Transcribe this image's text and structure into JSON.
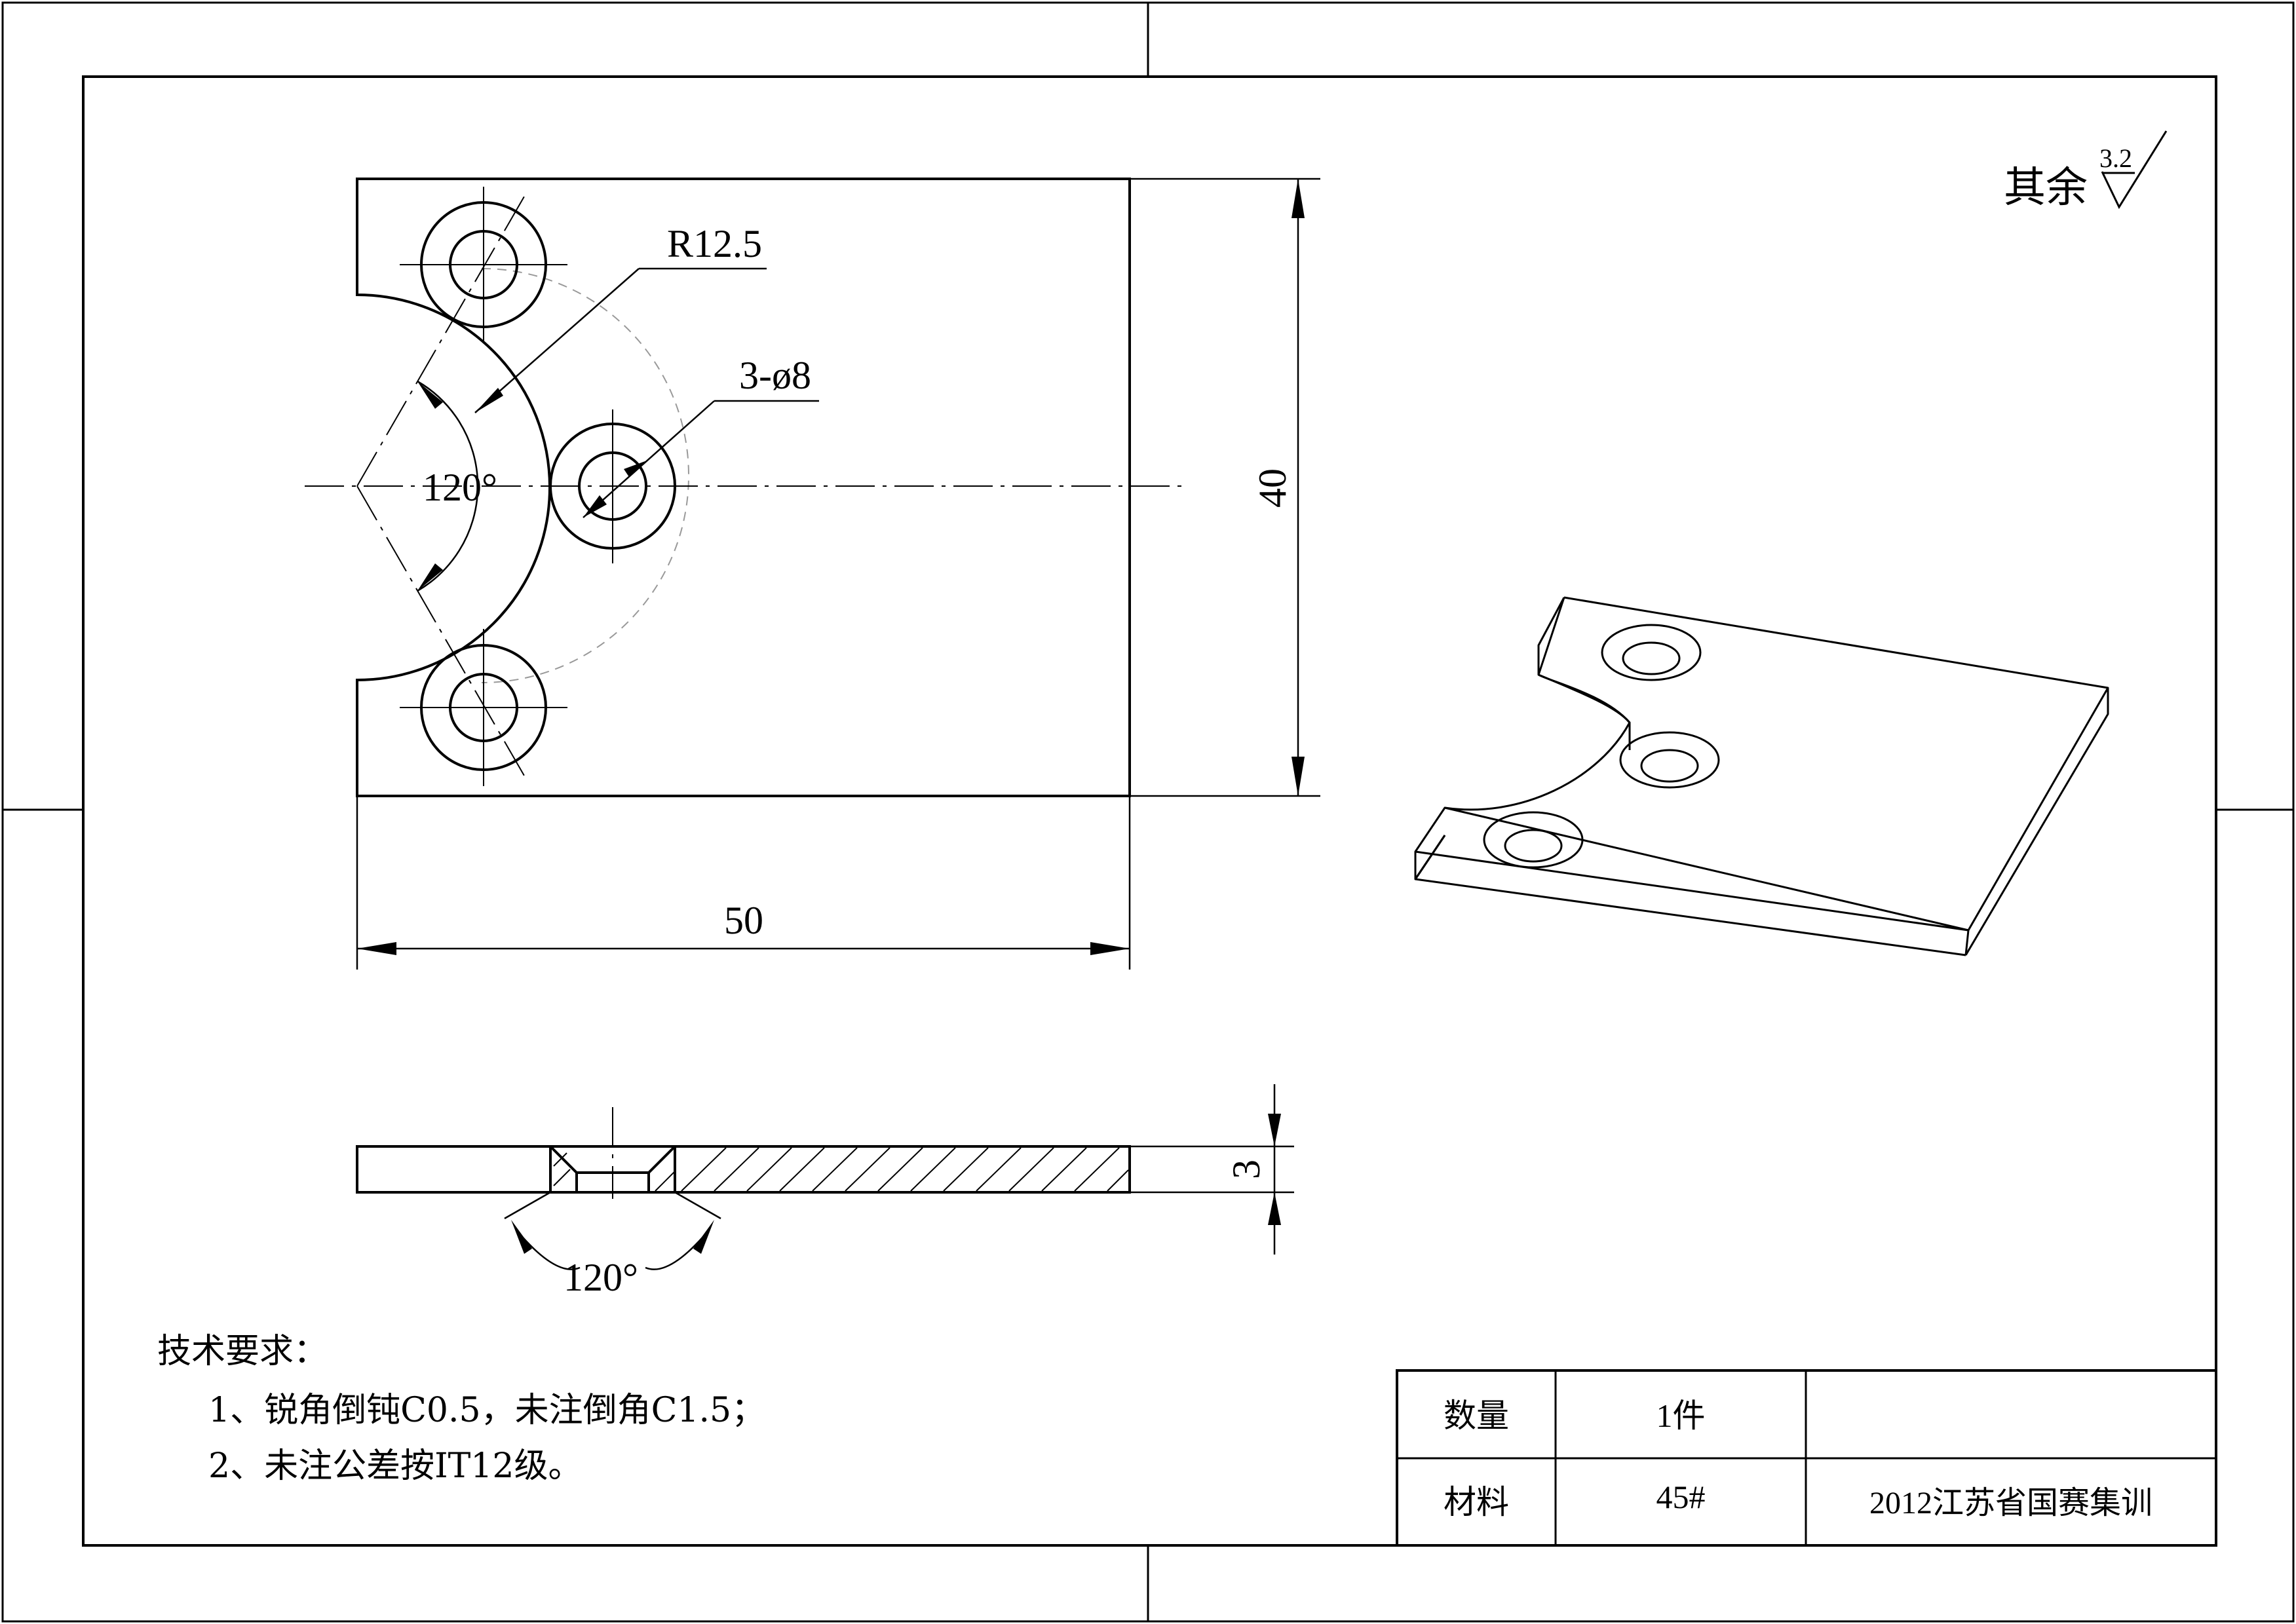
{
  "surface_finish": {
    "label": "其余",
    "roughness": "3.2"
  },
  "dimensions": {
    "radius": "R12.5",
    "holes": "3-ø8",
    "angle_top": "120°",
    "height": "40",
    "width": "50",
    "thickness": "3",
    "angle_section": "120°"
  },
  "tech_requirements": {
    "title": "技术要求：",
    "items": [
      "1、锐角倒钝C0.5，未注倒角C1.5；",
      "2、未注公差按IT12级。"
    ]
  },
  "title_block": {
    "qty_label": "数量",
    "qty_value": "1件",
    "material_label": "材料",
    "material_value": "45#",
    "project": "2012江苏省国赛集训"
  }
}
